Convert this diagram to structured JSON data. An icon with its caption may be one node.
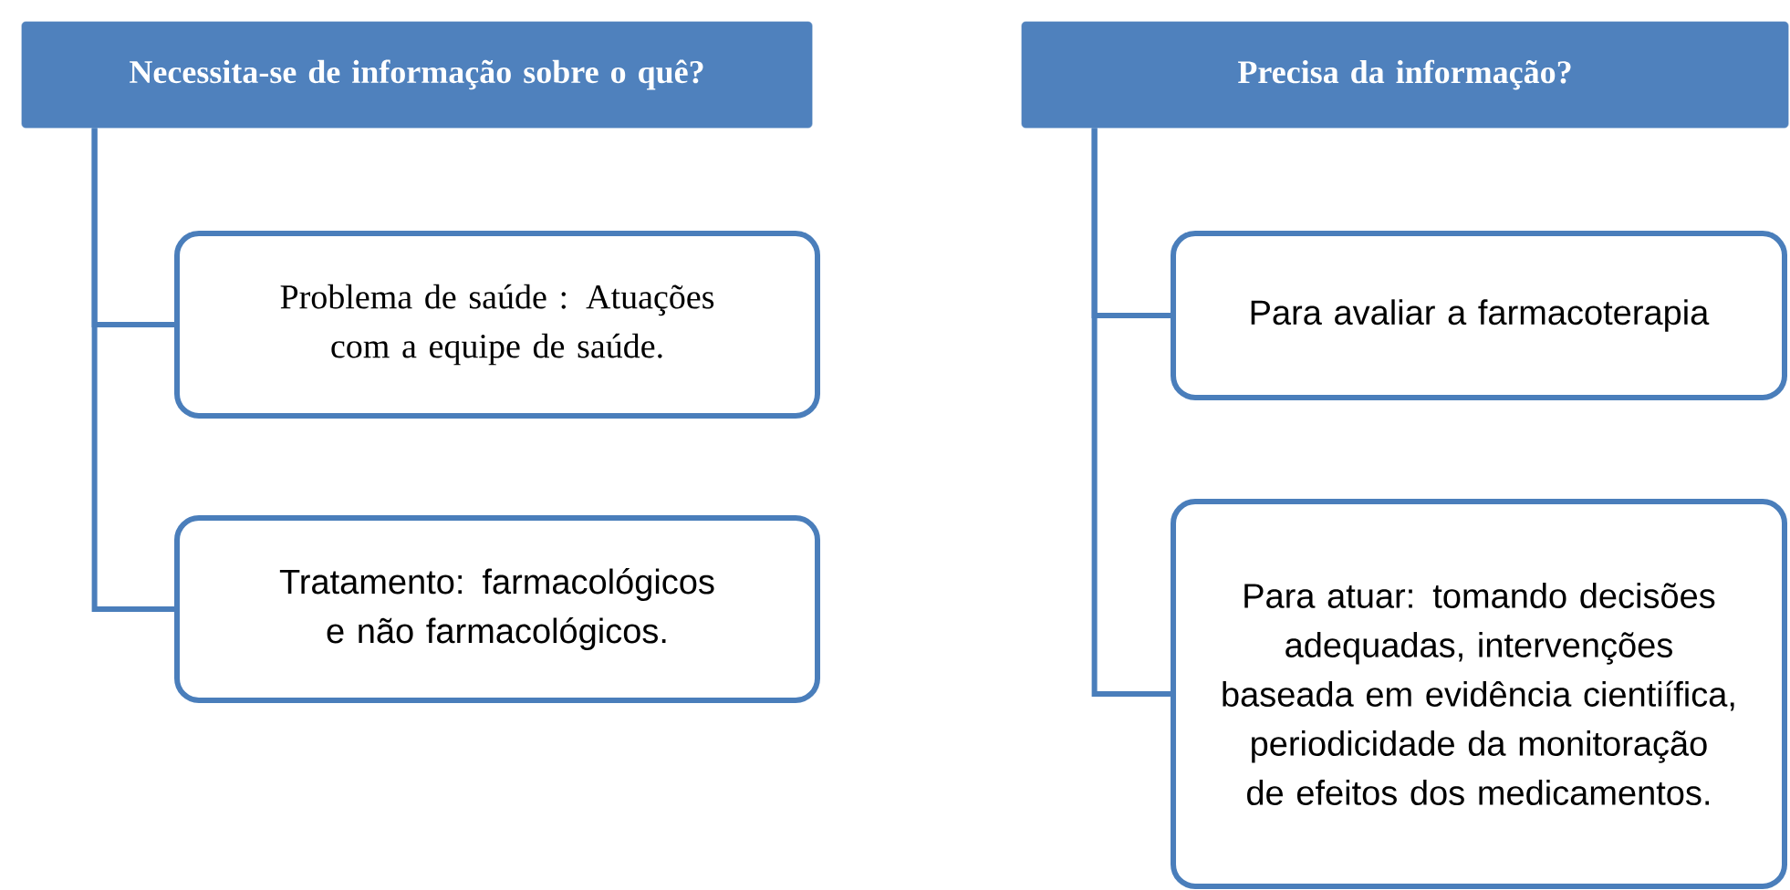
{
  "diagram": {
    "nodes": [
      {
        "text": [
          "Necessita-se de informação sobre o quê?"
        ]
      },
      {
        "text": [
          "Problema de saúde : Atuações com a equipe de saúde."
        ]
      },
      {
        "text": [
          "Tratamento: farmacológicos e não farmacológicos."
        ]
      },
      {
        "text": [
          "Precisa da informação?"
        ]
      },
      {
        "text": [
          "Para avaliar a farmacoterapia"
        ]
      },
      {
        "text": [
          "Para atuar: tomando decisões adequadas, intervenções baseada em evidência cientiífica, periodicidade da monitoração de efeitos dos medicamentos."
        ]
      }
    ],
    "edges": [
      {
        "from": 0,
        "to": 1,
        "arrow": "none"
      },
      {
        "from": 0,
        "to": 2,
        "arrow": "none"
      },
      {
        "from": 3,
        "to": 4,
        "arrow": "none"
      },
      {
        "from": 3,
        "to": 5,
        "arrow": "none"
      }
    ]
  }
}
